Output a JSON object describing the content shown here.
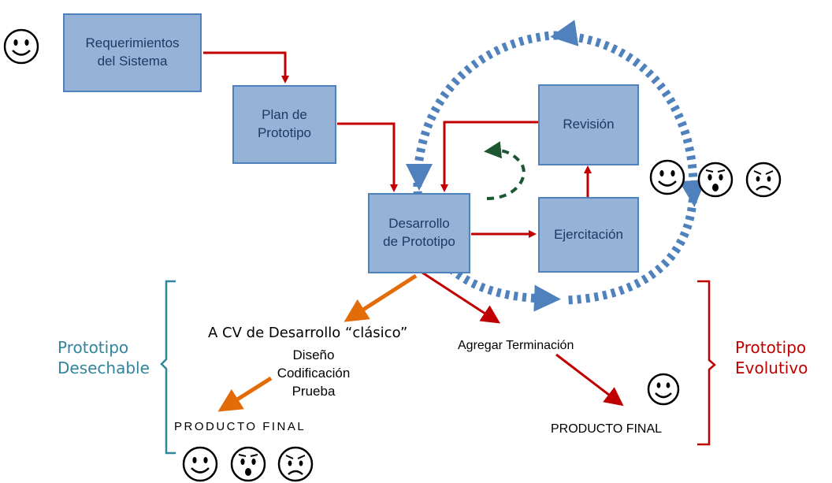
{
  "boxes": {
    "requerimientos": "Requerimientos\ndel Sistema",
    "plan": "Plan de\nPrototipo",
    "desarrollo": "Desarrollo\nde Prototipo",
    "revision": "Revisión",
    "ejercitacion": "Ejercitación"
  },
  "labels": {
    "cv_title": "A CV de Desarrollo “clásico”",
    "cv_steps": "Diseño\nCodificación\nPrueba",
    "agregar": "Agregar Terminación",
    "producto_final_left": "PRODUCTO FINAL",
    "producto_final_right": "PRODUCTO FINAL",
    "prototipo_desechable": "Prototipo\nDesechable",
    "prototipo_evolutivo": "Prototipo\nEvolutivo"
  },
  "colors": {
    "box_fill": "#95b3d7",
    "box_border": "#4f81bd",
    "flow_arrow": "#c00000",
    "orange_arrow": "#e36c09",
    "cycle_dots": "#4f81bd",
    "green_dashed": "#1e5631",
    "desechable": "#31859c",
    "evolutivo": "#c00000"
  },
  "faces": [
    "happy-face",
    "surprised-face",
    "angry-face"
  ]
}
